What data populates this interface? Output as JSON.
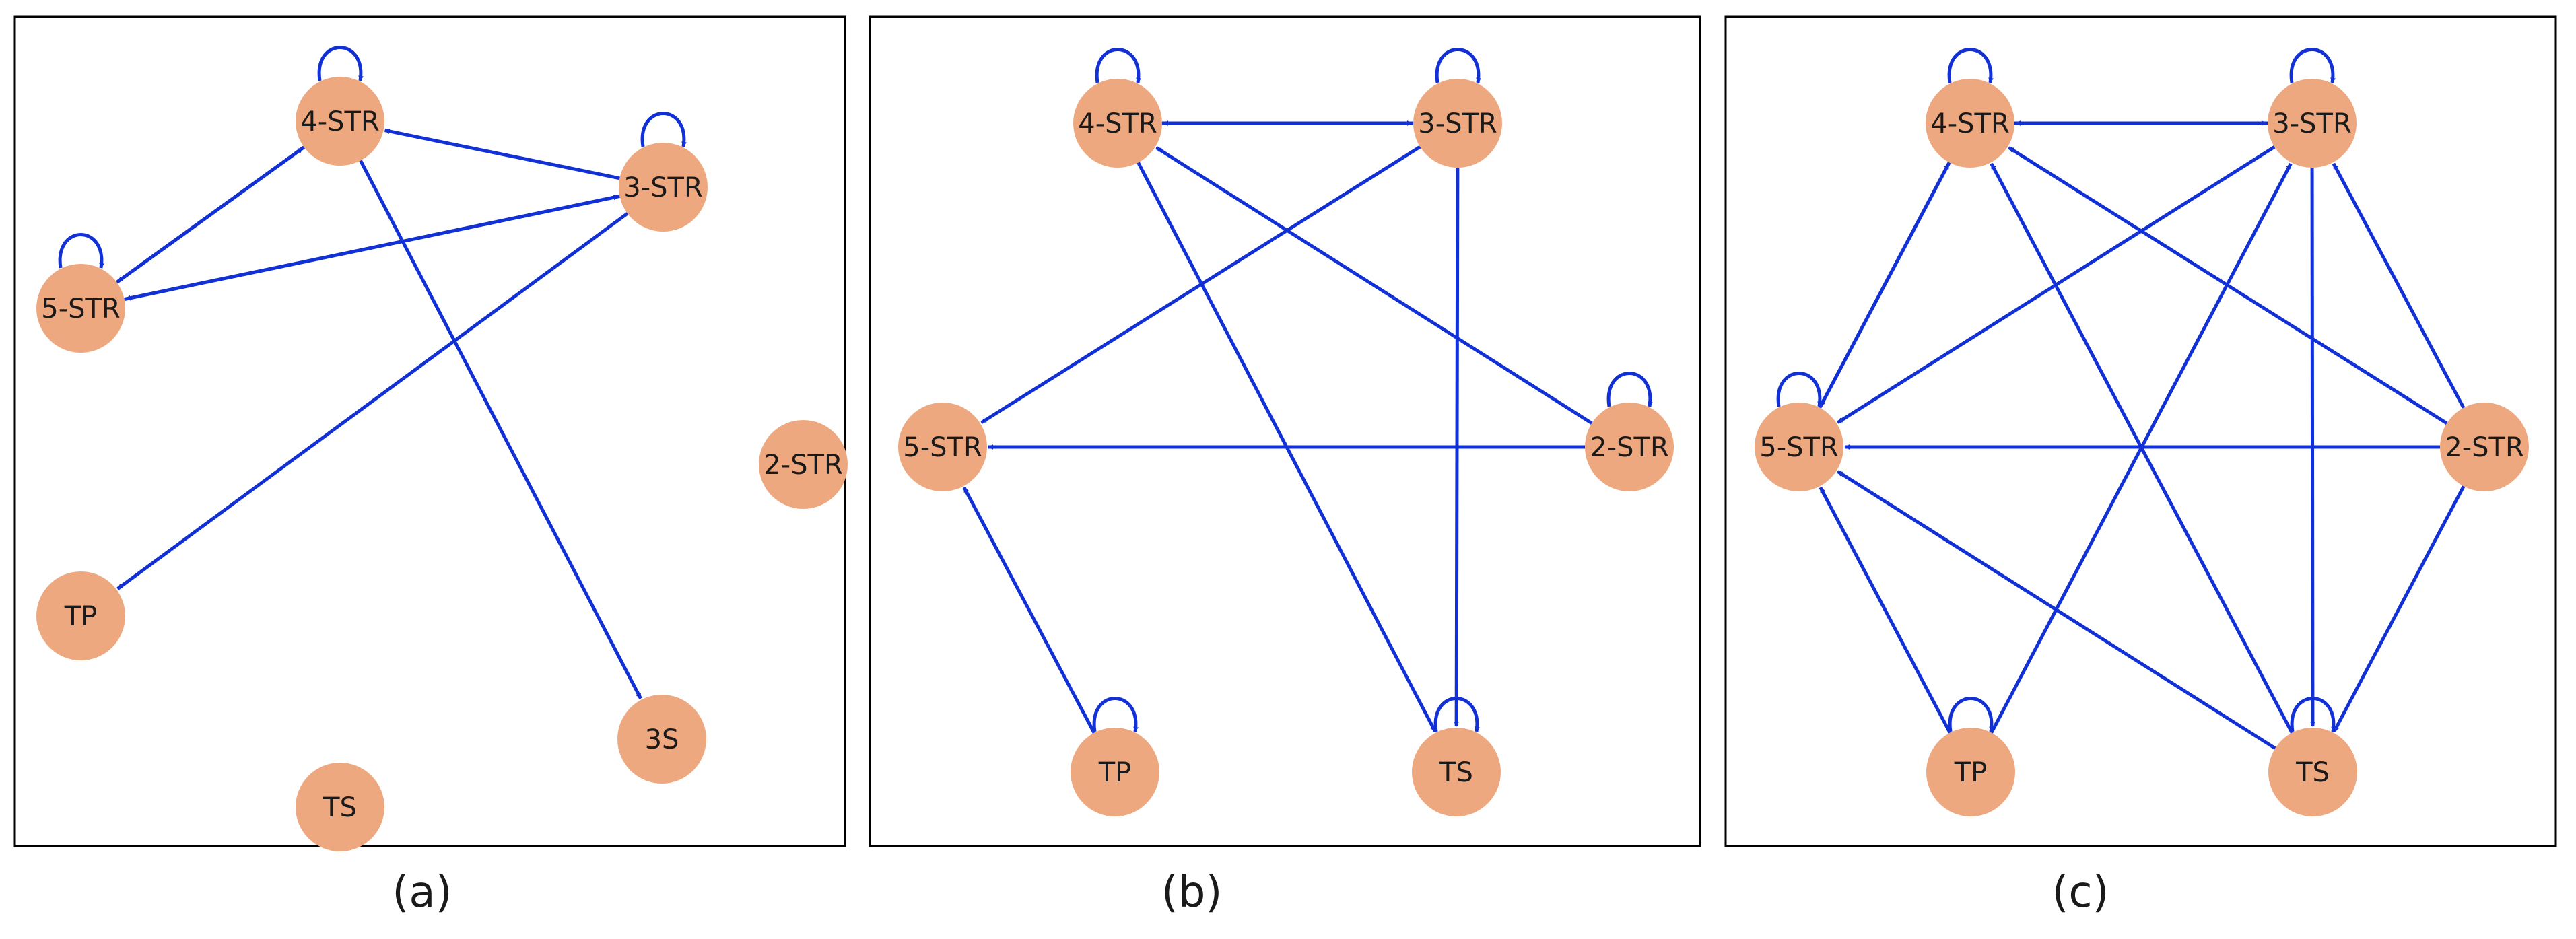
{
  "colors": {
    "node": "#eea87f",
    "edge": "#1130d6",
    "frame": "#000000"
  },
  "panels": [
    {
      "caption": "(a)",
      "nodes": [
        {
          "id": "4STR",
          "label": "4-STR"
        },
        {
          "id": "3STR",
          "label": "3-STR"
        },
        {
          "id": "5STR",
          "label": "5-STR"
        },
        {
          "id": "2STR",
          "label": "2-STR"
        },
        {
          "id": "TP",
          "label": "TP"
        },
        {
          "id": "3S",
          "label": "3S"
        },
        {
          "id": "TS",
          "label": "TS"
        }
      ],
      "edges": [
        {
          "from": "4STR",
          "to": "4STR"
        },
        {
          "from": "3STR",
          "to": "3STR"
        },
        {
          "from": "5STR",
          "to": "5STR"
        },
        {
          "from": "3STR",
          "to": "4STR"
        },
        {
          "from": "4STR",
          "to": "5STR"
        },
        {
          "from": "5STR",
          "to": "4STR"
        },
        {
          "from": "3STR",
          "to": "5STR"
        },
        {
          "from": "5STR",
          "to": "3STR"
        },
        {
          "from": "3STR",
          "to": "TP"
        },
        {
          "from": "4STR",
          "to": "3S"
        }
      ]
    },
    {
      "caption": "(b)",
      "nodes": [
        {
          "id": "4STR",
          "label": "4-STR"
        },
        {
          "id": "3STR",
          "label": "3-STR"
        },
        {
          "id": "5STR",
          "label": "5-STR"
        },
        {
          "id": "2STR",
          "label": "2-STR"
        },
        {
          "id": "TP",
          "label": "TP"
        },
        {
          "id": "TS",
          "label": "TS"
        }
      ],
      "edges": [
        {
          "from": "4STR",
          "to": "4STR"
        },
        {
          "from": "3STR",
          "to": "3STR"
        },
        {
          "from": "2STR",
          "to": "2STR"
        },
        {
          "from": "TP",
          "to": "TP"
        },
        {
          "from": "TS",
          "to": "TS"
        },
        {
          "from": "4STR",
          "to": "3STR"
        },
        {
          "from": "3STR",
          "to": "4STR"
        },
        {
          "from": "3STR",
          "to": "5STR"
        },
        {
          "from": "3STR",
          "to": "TS"
        },
        {
          "from": "4STR",
          "to": "TS"
        },
        {
          "from": "2STR",
          "to": "4STR"
        },
        {
          "from": "2STR",
          "to": "5STR"
        },
        {
          "from": "TP",
          "to": "5STR"
        }
      ]
    },
    {
      "caption": "(c)",
      "nodes": [
        {
          "id": "4STR",
          "label": "4-STR"
        },
        {
          "id": "3STR",
          "label": "3-STR"
        },
        {
          "id": "5STR",
          "label": "5-STR"
        },
        {
          "id": "2STR",
          "label": "2-STR"
        },
        {
          "id": "TP",
          "label": "TP"
        },
        {
          "id": "TS",
          "label": "TS"
        }
      ],
      "edges": [
        {
          "from": "4STR",
          "to": "4STR"
        },
        {
          "from": "3STR",
          "to": "3STR"
        },
        {
          "from": "5STR",
          "to": "5STR"
        },
        {
          "from": "TP",
          "to": "TP"
        },
        {
          "from": "TS",
          "to": "TS"
        },
        {
          "from": "4STR",
          "to": "3STR"
        },
        {
          "from": "3STR",
          "to": "4STR"
        },
        {
          "from": "4STR",
          "to": "5STR"
        },
        {
          "from": "5STR",
          "to": "4STR"
        },
        {
          "from": "3STR",
          "to": "5STR"
        },
        {
          "from": "3STR",
          "to": "TS"
        },
        {
          "from": "TS",
          "to": "4STR"
        },
        {
          "from": "2STR",
          "to": "4STR"
        },
        {
          "from": "2STR",
          "to": "3STR"
        },
        {
          "from": "2STR",
          "to": "5STR"
        },
        {
          "from": "2STR",
          "to": "TS"
        },
        {
          "from": "TP",
          "to": "5STR"
        },
        {
          "from": "TP",
          "to": "3STR"
        },
        {
          "from": "TS",
          "to": "5STR"
        }
      ]
    }
  ]
}
